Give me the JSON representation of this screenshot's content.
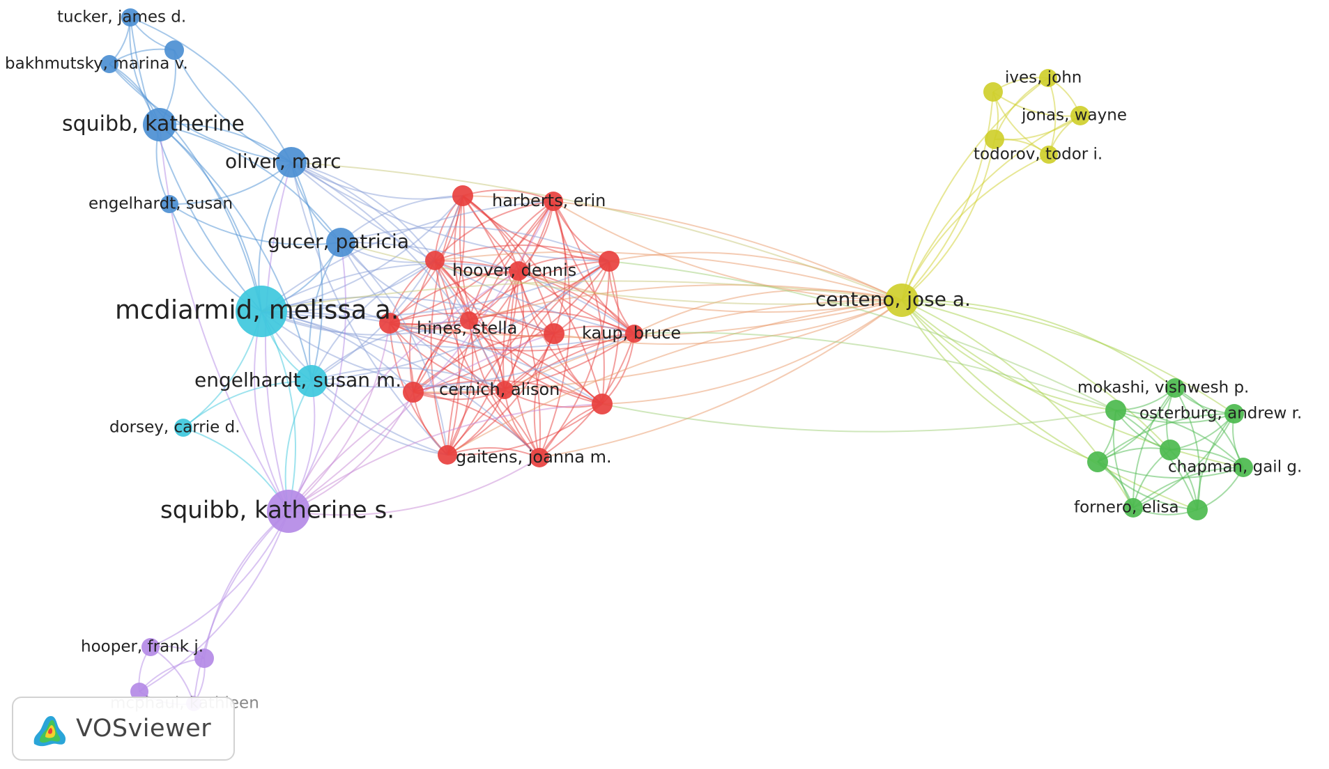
{
  "clusters": {
    "red": {
      "color": "#e8403e"
    },
    "blue": {
      "color": "#4c8fd3"
    },
    "cyan": {
      "color": "#3ec8dd"
    },
    "purple": {
      "color": "#b48ae6"
    },
    "yellow": {
      "color": "#cfcf2c"
    },
    "green": {
      "color": "#4cba4e"
    }
  },
  "nodes": [
    {
      "id": "tucker",
      "label": "tucker, james d.",
      "cluster": "blue"
    },
    {
      "id": "blue_a",
      "label": "",
      "cluster": "blue"
    },
    {
      "id": "bakhmutsky",
      "label": "bakhmutsky, marina v.",
      "cluster": "blue"
    },
    {
      "id": "squibb_k",
      "label": "squibb, katherine",
      "cluster": "blue"
    },
    {
      "id": "oliver",
      "label": "oliver, marc",
      "cluster": "blue"
    },
    {
      "id": "engelhardt_s",
      "label": "engelhardt, susan",
      "cluster": "blue"
    },
    {
      "id": "gucer",
      "label": "gucer, patricia",
      "cluster": "blue"
    },
    {
      "id": "mcdiarmid",
      "label": "mcdiarmid, melissa a.",
      "cluster": "cyan"
    },
    {
      "id": "engelhardt_sm",
      "label": "engelhardt, susan m.",
      "cluster": "cyan"
    },
    {
      "id": "dorsey",
      "label": "dorsey, carrie d.",
      "cluster": "cyan"
    },
    {
      "id": "squibb_ks",
      "label": "squibb, katherine s.",
      "cluster": "purple"
    },
    {
      "id": "hooper",
      "label": "hooper, frank j.",
      "cluster": "purple"
    },
    {
      "id": "purple_b",
      "label": "",
      "cluster": "purple"
    },
    {
      "id": "purple_c",
      "label": "",
      "cluster": "purple"
    },
    {
      "id": "mcphaul",
      "label": "mcphaul, kathleen",
      "cluster": "purple"
    },
    {
      "id": "red_a",
      "label": "",
      "cluster": "red"
    },
    {
      "id": "harberts",
      "label": "harberts, erin",
      "cluster": "red"
    },
    {
      "id": "red_b",
      "label": "",
      "cluster": "red"
    },
    {
      "id": "hoover",
      "label": "hoover, dennis",
      "cluster": "red"
    },
    {
      "id": "red_c",
      "label": "",
      "cluster": "red"
    },
    {
      "id": "red_d",
      "label": "",
      "cluster": "red"
    },
    {
      "id": "hines",
      "label": "hines, stella",
      "cluster": "red"
    },
    {
      "id": "red_e",
      "label": "",
      "cluster": "red"
    },
    {
      "id": "kaup",
      "label": "kaup, bruce",
      "cluster": "red"
    },
    {
      "id": "red_f",
      "label": "",
      "cluster": "red"
    },
    {
      "id": "cernich",
      "label": "cernich, alison",
      "cluster": "red"
    },
    {
      "id": "red_g",
      "label": "",
      "cluster": "red"
    },
    {
      "id": "red_h",
      "label": "",
      "cluster": "red"
    },
    {
      "id": "gaitens",
      "label": "gaitens, joanna m.",
      "cluster": "red"
    },
    {
      "id": "centeno",
      "label": "centeno, jose a.",
      "cluster": "yellow"
    },
    {
      "id": "ives",
      "label": "ives, john",
      "cluster": "yellow"
    },
    {
      "id": "yellow_a",
      "label": "",
      "cluster": "yellow"
    },
    {
      "id": "jonas",
      "label": "jonas, wayne",
      "cluster": "yellow"
    },
    {
      "id": "yellow_b",
      "label": "",
      "cluster": "yellow"
    },
    {
      "id": "todorov",
      "label": "todorov, todor i.",
      "cluster": "yellow"
    },
    {
      "id": "mokashi",
      "label": "mokashi, vishwesh p.",
      "cluster": "green"
    },
    {
      "id": "green_a",
      "label": "",
      "cluster": "green"
    },
    {
      "id": "osterburg",
      "label": "osterburg, andrew r.",
      "cluster": "green"
    },
    {
      "id": "green_b",
      "label": "",
      "cluster": "green"
    },
    {
      "id": "green_c",
      "label": "",
      "cluster": "green"
    },
    {
      "id": "chapman",
      "label": "chapman, gail g.",
      "cluster": "green"
    },
    {
      "id": "fornero",
      "label": "fornero, elisa",
      "cluster": "green"
    },
    {
      "id": "green_d",
      "label": "",
      "cluster": "green"
    }
  ],
  "branding": {
    "logo_text": "VOSviewer",
    "logo_icon": "vosviewer-logo-icon"
  }
}
